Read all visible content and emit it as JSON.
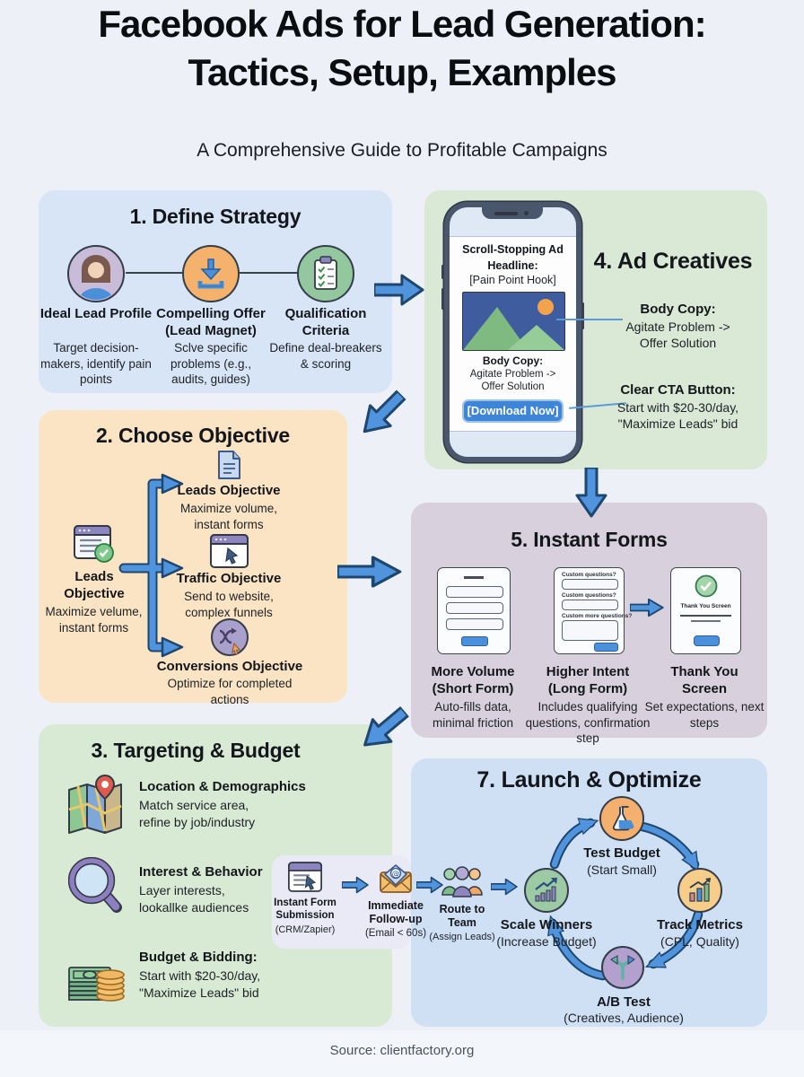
{
  "palette": {
    "background": "#edf1f7",
    "section_blue": "#d7e5f6",
    "section_peach": "#fbe4c4",
    "section_green": "#d8e9d4",
    "section_green2": "#d9e9d6",
    "section_mauve": "#d9d0de",
    "section_sky": "#cfe0f4",
    "card_lavender": "#e9eaf5",
    "arrow_blue": "#4f94dd",
    "arrow_outline": "#1f466e",
    "cta_blue": "#3d85d8"
  },
  "header": {
    "title_line1": "Facebook Ads for Lead Generation:",
    "title_line2": "Tactics, Setup, Examples",
    "subtitle": "A Comprehensive Guide to Profitable Campaigns"
  },
  "footer": {
    "source": "Source: clientfactory.org"
  },
  "define_strategy": {
    "title": "1. Define Strategy",
    "items": [
      {
        "label": "Ideal Lead Profile",
        "desc": "Target decision-makers, identify pain points"
      },
      {
        "label": "Compelling Offer (Lead Magnet)",
        "desc": "Sclve specific problems (e.g., audits, guides)"
      },
      {
        "label": "Qualification Criteria",
        "desc": "Define deal-breakers & scoring"
      }
    ]
  },
  "ad_creatives": {
    "title": "4. Ad Creatives",
    "phone": {
      "headline_bold1": "Scroll-Stopping Ad",
      "headline_bold2": "Headline:",
      "headline_value": "[Pain Point Hook]",
      "body_label": "Body Copy:",
      "body_line1": "Agitate Problem ->",
      "body_line2": "Offer Solution",
      "cta_label": "[Download Now]"
    },
    "callout_body": {
      "label": "Body Copy:",
      "line1": "Agitate Problem ->",
      "line2": "Offer Solution"
    },
    "callout_cta": {
      "label": "Clear CTA Button:",
      "line1": "Start with $20-30/day,",
      "line2": "\"Maximize Leads\" bid"
    }
  },
  "choose_objective": {
    "title": "2. Choose Objective",
    "root": {
      "label": "Leads Objective",
      "desc": "Maximize velume, instant forms"
    },
    "branches": [
      {
        "label": "Leads Objective",
        "desc": "Maximize volume, instant forms"
      },
      {
        "label": "Traffic Objective",
        "desc": "Send to website, complex funnels"
      },
      {
        "label": "Conversions Objective",
        "desc": "Optimize for completed actions"
      }
    ]
  },
  "instant_forms": {
    "title": "5. Instant Forms",
    "long_form_fields": [
      "Custom questions?",
      "Custom questions?",
      "Custom more questions?"
    ],
    "thank_you_screen_text": "Thank You Screen",
    "cards": [
      {
        "label": "More Volume (Short Form)",
        "desc": "Auto-fills data, minimal friction"
      },
      {
        "label": "Higher Intent (Long Form)",
        "desc": "Includes qualifying questions, confirmation step"
      },
      {
        "label": "Thank You Screen",
        "desc": "Set expectations, next steps"
      }
    ]
  },
  "targeting_budget": {
    "title": "3. Targeting & Budget",
    "items": [
      {
        "label": "Location & Demographics",
        "desc": "Match service area, refine by job/industry"
      },
      {
        "label": "Interest & Behavior",
        "desc": "Layer interests, lookallke audiences"
      },
      {
        "label": "Budget & Bidding:",
        "desc": "Start with $20-30/day, \"Maximize Leads\" bid"
      }
    ]
  },
  "pipeline": {
    "steps": [
      {
        "label": "Instant Form Submission",
        "sub": "(CRM/Zapier)"
      },
      {
        "label": "Immediate Follow-up",
        "sub": "(Email < 60s)"
      },
      {
        "label": "Route to Team",
        "sub": "(Assign Leads)"
      }
    ]
  },
  "launch_optimize": {
    "title": "7. Launch & Optimize",
    "nodes": [
      {
        "label": "Test Budget",
        "sub": "(Start Small)"
      },
      {
        "label": "Track Metrics",
        "sub": "(CPL, Quality)"
      },
      {
        "label": "A/B Test",
        "sub": "(Creatives, Audience)"
      },
      {
        "label": "Scale Winners",
        "sub": "(Increase Budget)"
      }
    ]
  }
}
